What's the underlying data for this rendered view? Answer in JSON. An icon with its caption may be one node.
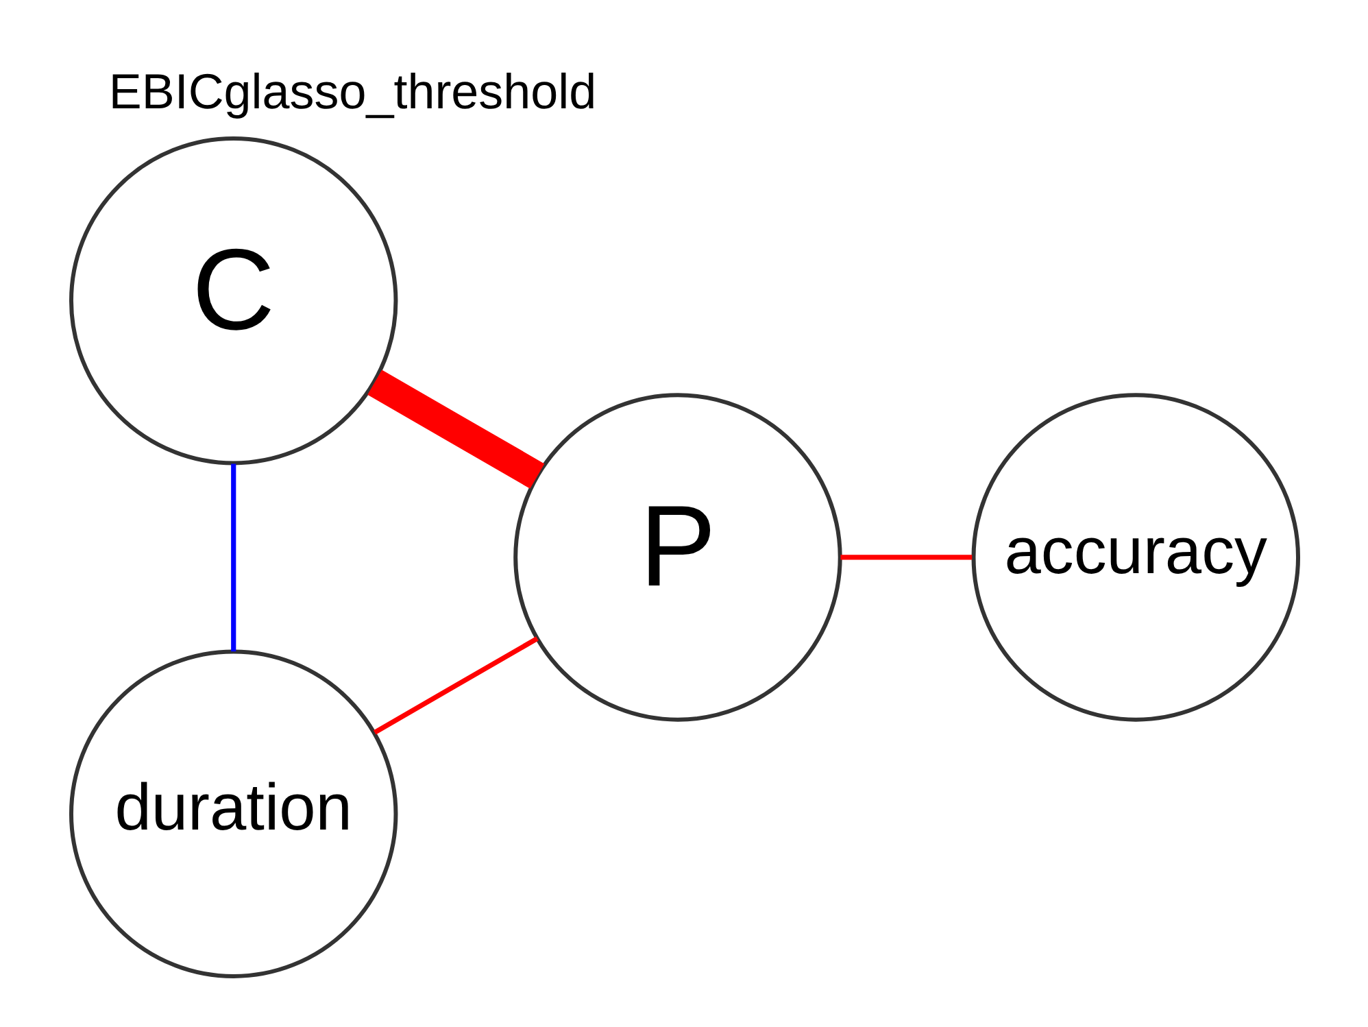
{
  "diagram": {
    "title": "EBICglasso_threshold",
    "nodes": [
      {
        "text": [
          "duration"
        ]
      },
      {
        "text": [
          "P"
        ]
      },
      {
        "text": [
          "accuracy"
        ]
      },
      {
        "text": [
          "C"
        ]
      }
    ],
    "edges": [
      {
        "from": 1,
        "to": 0,
        "arrow": "none"
      },
      {
        "from": 1,
        "to": 2,
        "arrow": "none"
      },
      {
        "from": 1,
        "to": 3,
        "arrow": "none",
        "style": "thick"
      },
      {
        "from": 0,
        "to": 3,
        "arrow": "none",
        "color": "#0000ff"
      }
    ]
  }
}
